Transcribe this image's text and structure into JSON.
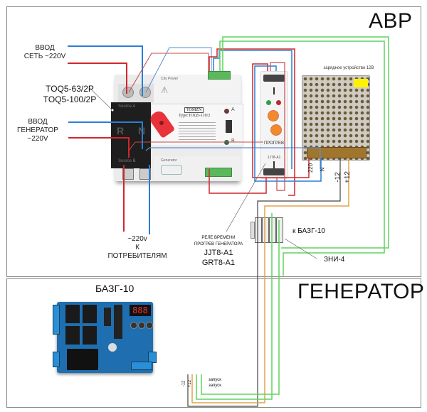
{
  "sections": {
    "avr": {
      "title": "АВР"
    },
    "generator": {
      "title": "ГЕНЕРАТОР"
    }
  },
  "labels": {
    "mains_input": {
      "line1": "ВВОД",
      "line2": "СЕТЬ ~220V"
    },
    "gen_input": {
      "line1": "ВВОД",
      "line2": "ГЕНЕРАТОР ~220V"
    },
    "ats_model": {
      "line1": "TOQ5-63/2P",
      "line2": "TOQ5-100/2P"
    },
    "consumers": {
      "line1": "~220v",
      "line2": "К ПОТРЕБИТЕЛЯМ"
    },
    "relay": {
      "line1": "РЕЛЕ ВРЕМЕНИ",
      "line2": "ПРОГРЕВ ГЕНЕРАТОРА",
      "line3": "JJT8-A1",
      "line4": "GRT8-A1"
    },
    "charger": "зарядное устройство 12В",
    "charger_terms": {
      "t220": "220",
      "tN": "N",
      "tm12": "-12",
      "tp12": "+12"
    },
    "terminal_to": "к БАЗГ-10",
    "terminal_block": "ЗНИ-4",
    "bazg": "БАЗГ-10",
    "bazg_terms": {
      "m12": "-12",
      "p12": "+12"
    },
    "start1": "запуск",
    "start2": "запуск",
    "relay_device": {
      "name": "ПРОГРЕВ",
      "model": "JJT8-A1"
    },
    "ats_device": {
      "brand": "TOMZN",
      "type": "Type:TOQ5-110/2",
      "source_a": "Source A",
      "source_b": "Source B",
      "city_power": "City Power",
      "generator": "Generator",
      "pole_r": "R",
      "pole_n": "N",
      "ind_a": "A",
      "ind_b": "B",
      "display_digits": "888"
    }
  },
  "wire_colors": {
    "phase": "#d0262a",
    "neutral": "#2a7fd4",
    "signal_green": "#5fd35f",
    "dc_plus": "#e3a24a",
    "dc_minus": "#444444",
    "thin_red": "#c84a4a",
    "thin_blue": "#5a8fd0"
  }
}
